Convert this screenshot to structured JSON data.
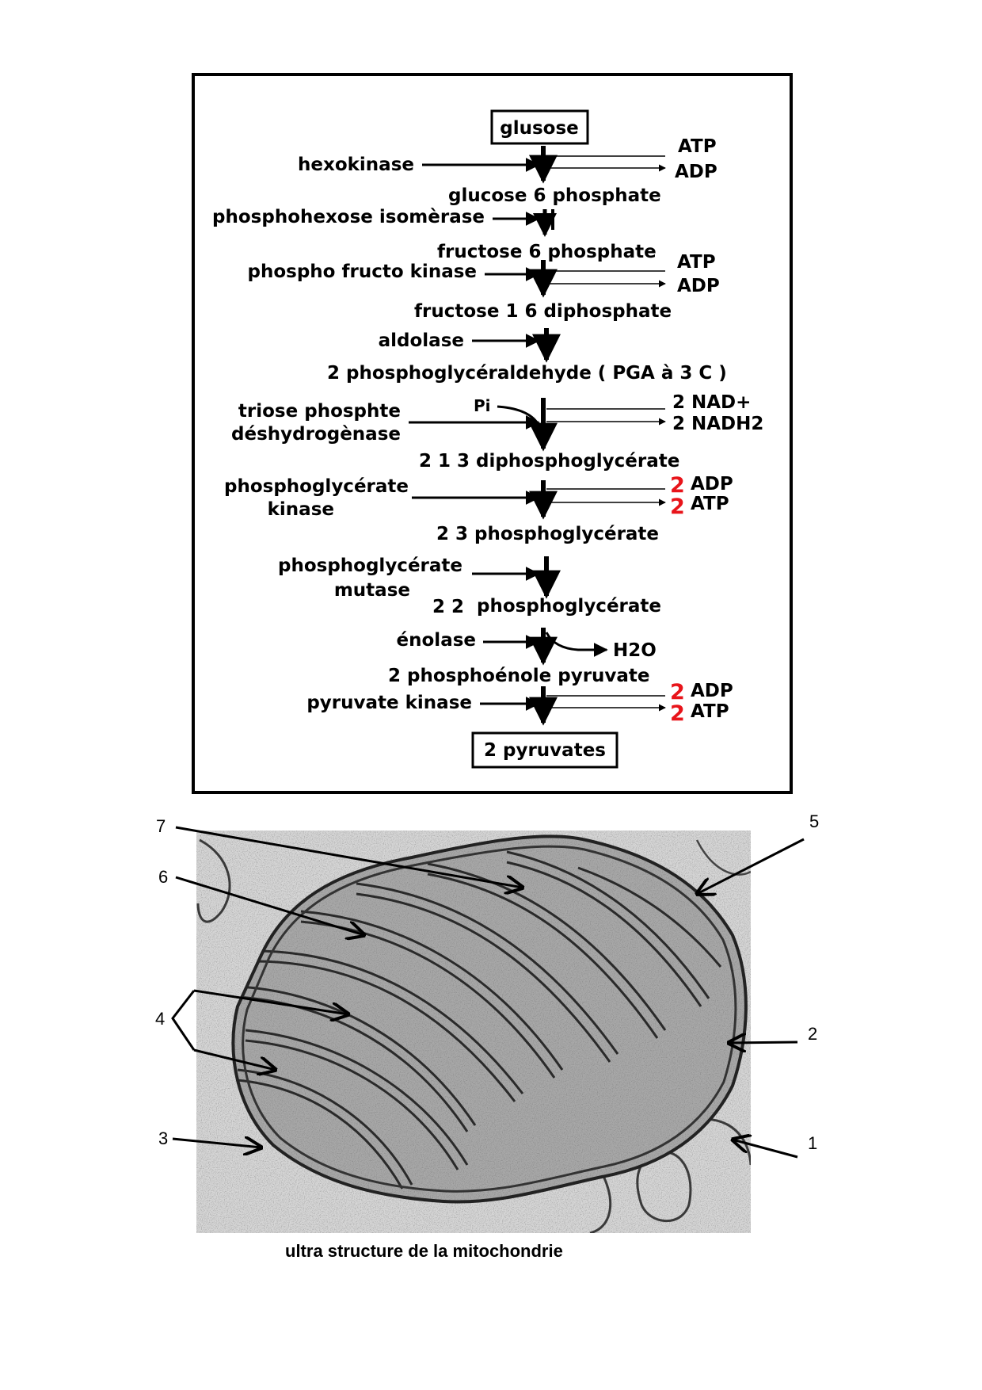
{
  "glycolysis": {
    "start": "glusose",
    "end": "2 pyruvates",
    "steps": [
      {
        "enzyme": "hexokinase",
        "in": "ATP",
        "out": "ADP"
      },
      {
        "product": "glucose 6 phosphate"
      },
      {
        "enzyme": "phosphohexose isomèrase"
      },
      {
        "product": "fructose 6 phosphate"
      },
      {
        "enzyme": "phospho fructo kinase",
        "in": "ATP",
        "out": "ADP"
      },
      {
        "product": "fructose 1 6 diphosphate"
      },
      {
        "enzyme": "aldolase"
      },
      {
        "product": "2  phosphoglycéraldehyde ( PGA à 3 C )"
      },
      {
        "enzyme_line1": "triose phosphte",
        "enzyme_line2": "déshydrogènase",
        "pi": "Pi",
        "in": "2 NAD+",
        "out": "2 NADH2"
      },
      {
        "product_prefix": "2 1 3",
        "product": "diphosphoglycérate"
      },
      {
        "enzyme_line1": "phosphoglycérate",
        "enzyme_line2": "kinase",
        "coef_in": "2",
        "in": "ADP",
        "coef_out": "2",
        "out": "ATP"
      },
      {
        "product": "2 3 phosphoglycérate"
      },
      {
        "enzyme_line1": "phosphoglycérate",
        "enzyme_line2": "mutase"
      },
      {
        "product_prefix": "2 2",
        "product": "phosphoglycérate"
      },
      {
        "enzyme": "énolase",
        "out": "H2O"
      },
      {
        "product": "2 phosphoénole pyruvate"
      },
      {
        "enzyme": "pyruvate kinase",
        "coef_in": "2",
        "in": "ADP",
        "coef_out": "2",
        "out": "ATP"
      }
    ]
  },
  "mitochondria": {
    "caption": "ultra structure de la mitochondrie",
    "labels": [
      "1",
      "2",
      "3",
      "4",
      "5",
      "6",
      "7"
    ]
  },
  "colors": {
    "accent": "#e8141a",
    "frame": "#000000"
  }
}
